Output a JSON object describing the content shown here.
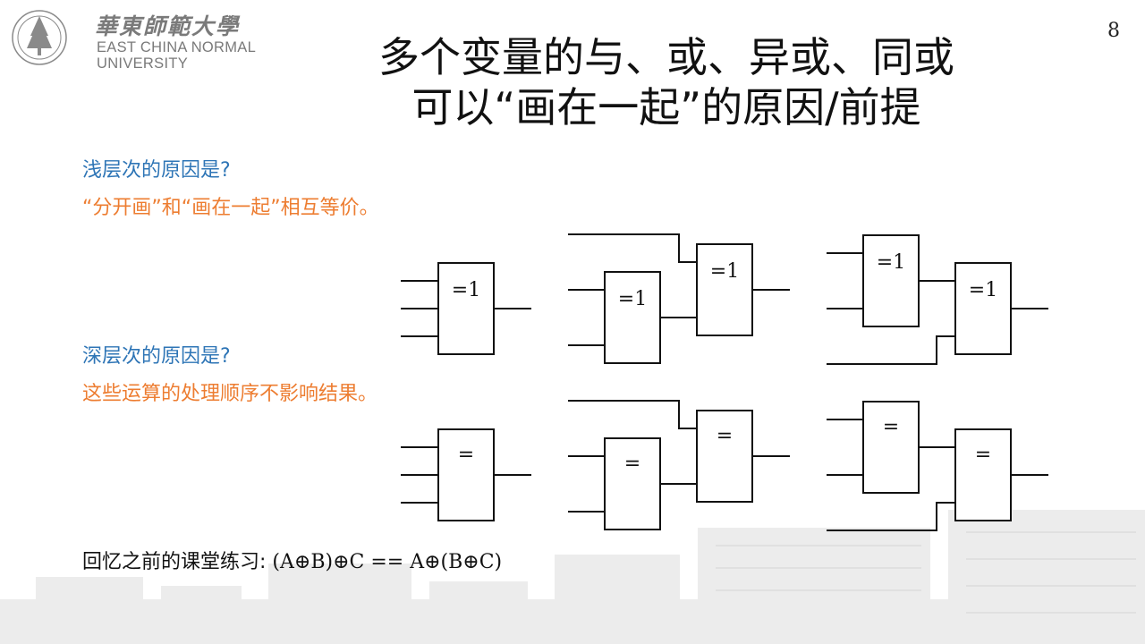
{
  "slide": {
    "page_number": "8",
    "title_line1": "多个变量的与、或、异或、同或",
    "title_line2": "可以“画在一起”的原因/前提"
  },
  "logo": {
    "chinese_name": "華東師範大學",
    "english_line1": "EAST CHINA NORMAL",
    "english_line2": "UNIVERSITY"
  },
  "content": {
    "shallow_question": "浅层次的原因是?",
    "shallow_answer": "“分开画”和“画在一起”相互等价。",
    "deep_question": "深层次的原因是?",
    "deep_answer": "这些运算的处理顺序不影响结果。",
    "recall_label": "回忆之前的课堂练习:",
    "recall_expression": "(A⊕B)⊕C == A⊕(B⊕C)"
  },
  "gates": {
    "xor_symbol": "=1",
    "xnor_symbol": "="
  },
  "colors": {
    "question_blue": "#2e75b6",
    "answer_orange": "#ed7d31",
    "title_black": "#111111",
    "logo_gray": "#7a7a7a"
  }
}
